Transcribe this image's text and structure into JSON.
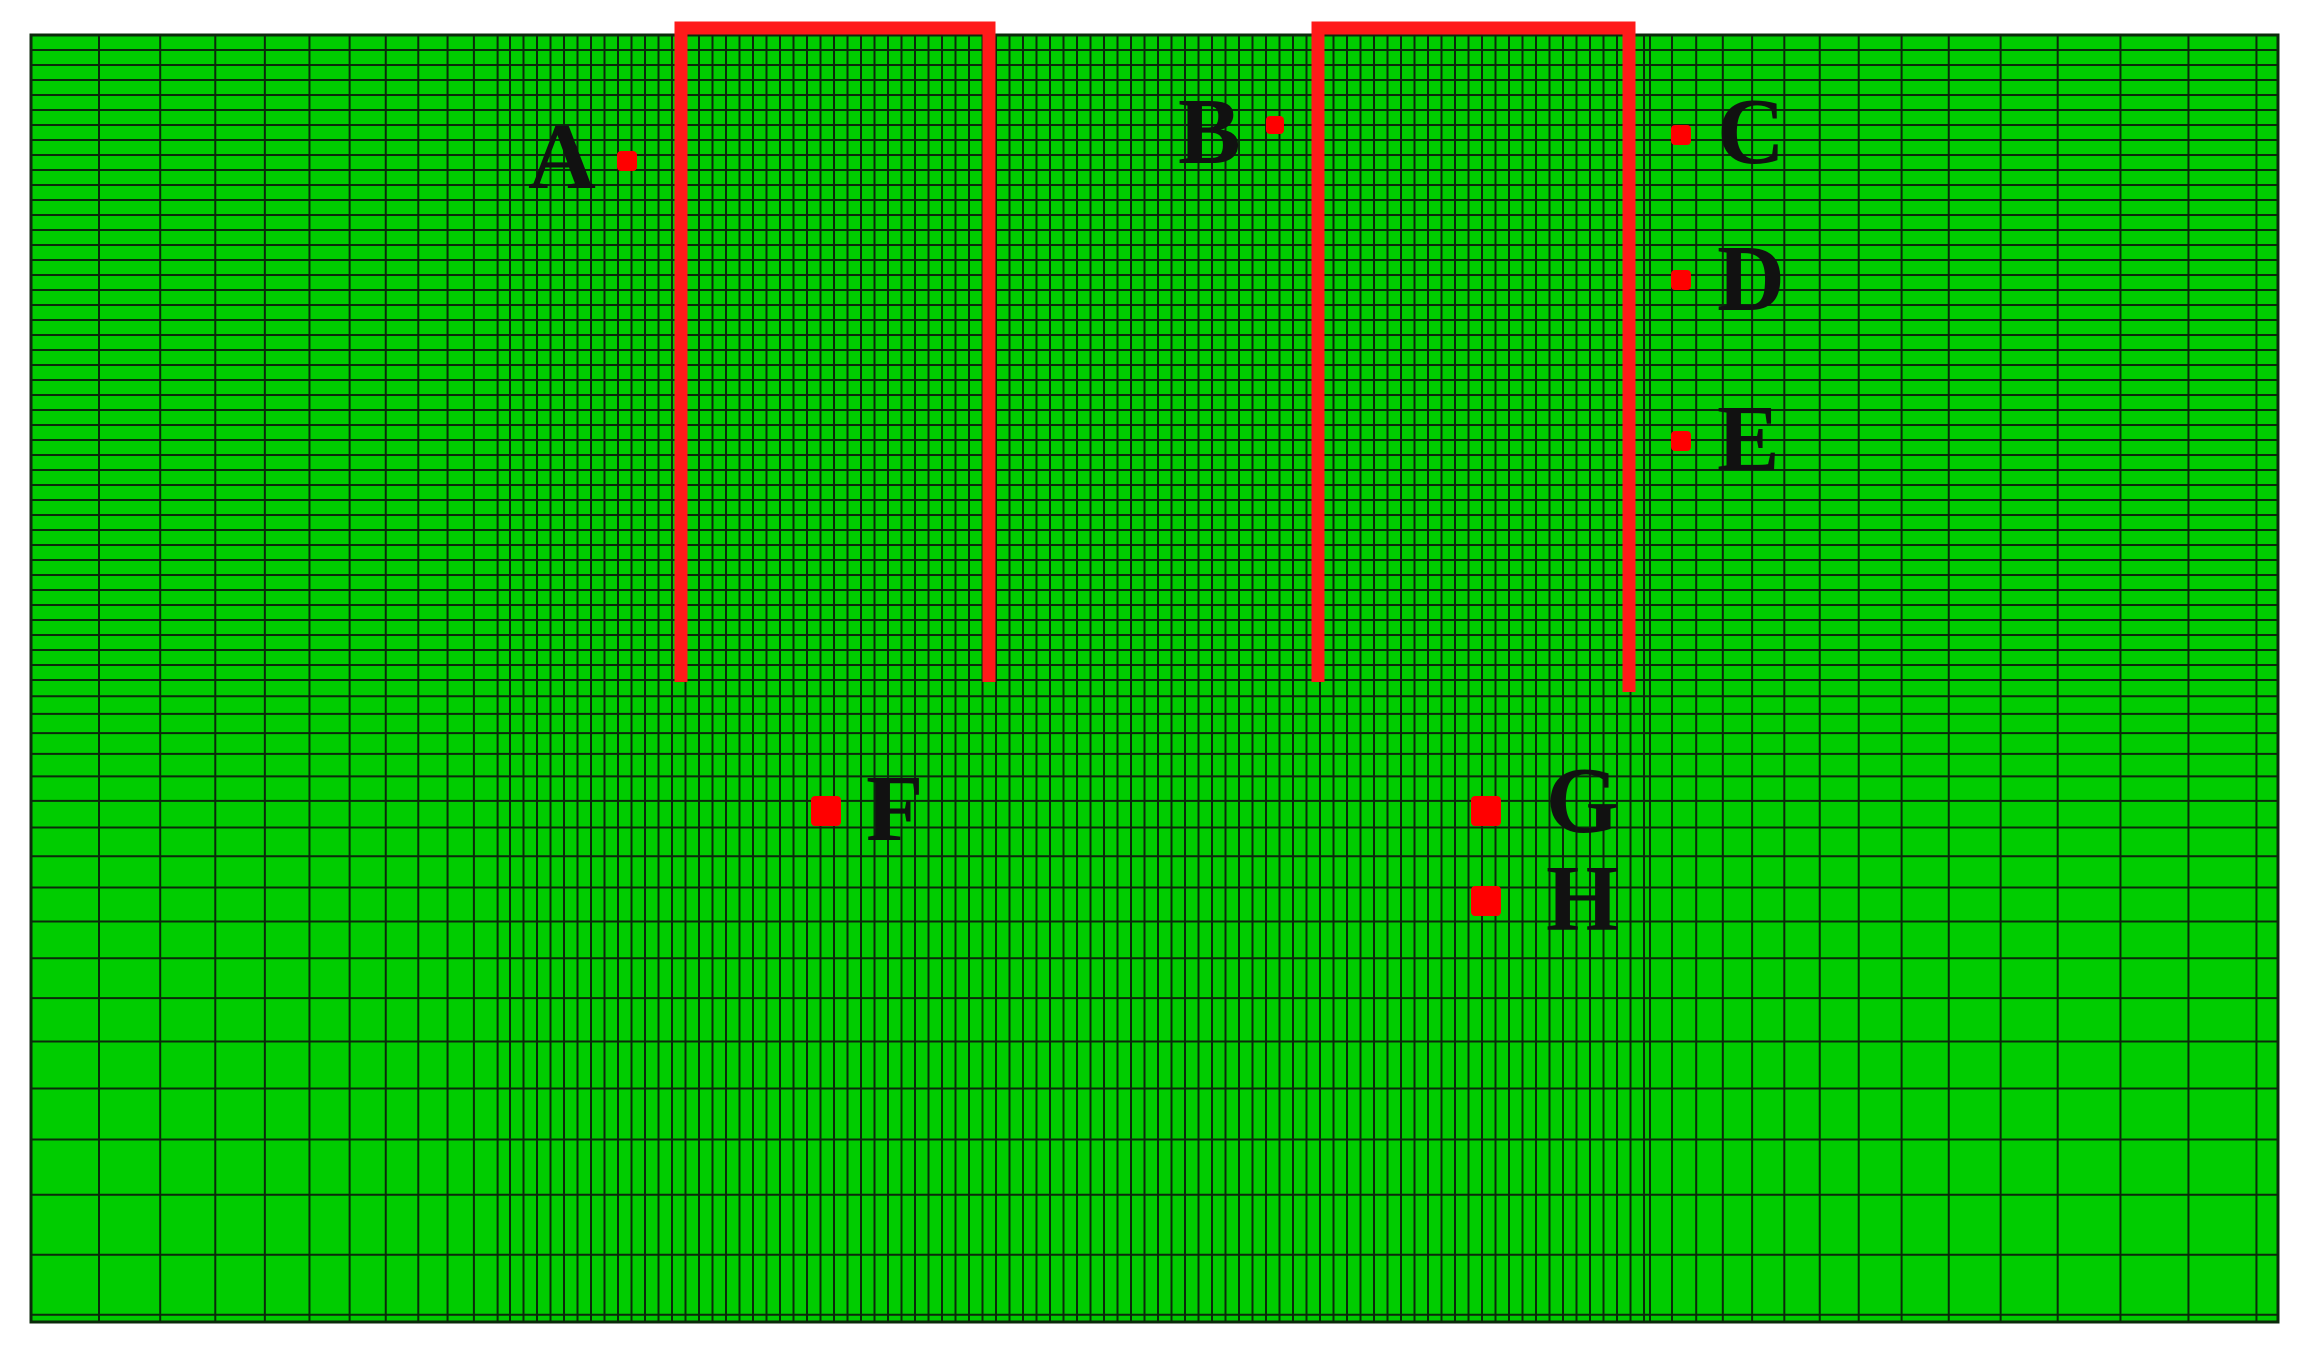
{
  "points": [
    {
      "id": "A",
      "label": "A"
    },
    {
      "id": "B",
      "label": "B"
    },
    {
      "id": "C",
      "label": "C"
    },
    {
      "id": "D",
      "label": "D"
    },
    {
      "id": "E",
      "label": "E"
    },
    {
      "id": "F",
      "label": "F"
    },
    {
      "id": "G",
      "label": "G"
    },
    {
      "id": "H",
      "label": "H"
    }
  ],
  "colors": {
    "mesh_fill": "#00cc00",
    "mesh_line": "#0b2a0b",
    "structure": "#ff1a1a",
    "marker": "#ff0000",
    "label": "#111111"
  }
}
